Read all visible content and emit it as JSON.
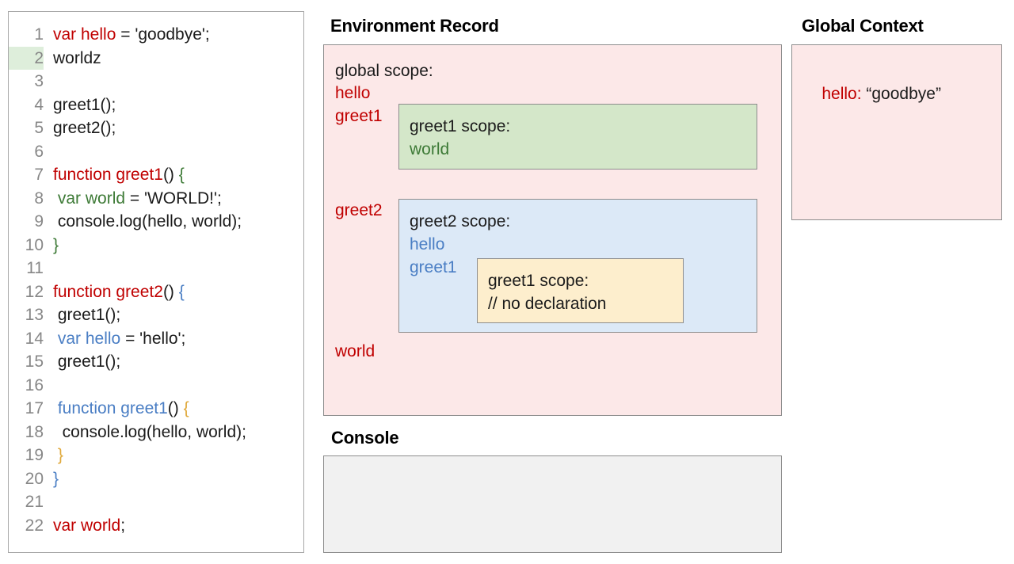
{
  "editor": {
    "lines": [
      {
        "num": "1",
        "highlight": false,
        "tokens": [
          {
            "t": "var hello",
            "c": "red"
          },
          {
            "t": " = 'goodbye';",
            "c": "black"
          }
        ]
      },
      {
        "num": "2",
        "highlight": true,
        "tokens": [
          {
            "t": "worldz",
            "c": "black"
          }
        ]
      },
      {
        "num": "3",
        "highlight": false,
        "tokens": [
          {
            "t": "",
            "c": "black"
          }
        ]
      },
      {
        "num": "4",
        "highlight": false,
        "tokens": [
          {
            "t": "greet1();",
            "c": "black"
          }
        ]
      },
      {
        "num": "5",
        "highlight": false,
        "tokens": [
          {
            "t": "greet2();",
            "c": "black"
          }
        ]
      },
      {
        "num": "6",
        "highlight": false,
        "tokens": [
          {
            "t": "",
            "c": "black"
          }
        ]
      },
      {
        "num": "7",
        "highlight": false,
        "tokens": [
          {
            "t": "function greet1",
            "c": "red"
          },
          {
            "t": "() ",
            "c": "black"
          },
          {
            "t": "{",
            "c": "green"
          }
        ]
      },
      {
        "num": "8",
        "highlight": false,
        "tokens": [
          {
            "t": " ",
            "c": "black"
          },
          {
            "t": "var world",
            "c": "green"
          },
          {
            "t": " = 'WORLD!';",
            "c": "black"
          }
        ]
      },
      {
        "num": "9",
        "highlight": false,
        "tokens": [
          {
            "t": " console.log(hello, world);",
            "c": "black"
          }
        ]
      },
      {
        "num": "10",
        "highlight": false,
        "tokens": [
          {
            "t": "}",
            "c": "green"
          }
        ]
      },
      {
        "num": "11",
        "highlight": false,
        "tokens": [
          {
            "t": "",
            "c": "black"
          }
        ]
      },
      {
        "num": "12",
        "highlight": false,
        "tokens": [
          {
            "t": "function greet2",
            "c": "red"
          },
          {
            "t": "() ",
            "c": "black"
          },
          {
            "t": "{",
            "c": "blue"
          }
        ]
      },
      {
        "num": "13",
        "highlight": false,
        "tokens": [
          {
            "t": " greet1();",
            "c": "black"
          }
        ]
      },
      {
        "num": "14",
        "highlight": false,
        "tokens": [
          {
            "t": " ",
            "c": "black"
          },
          {
            "t": "var hello",
            "c": "blue"
          },
          {
            "t": " = 'hello';",
            "c": "black"
          }
        ]
      },
      {
        "num": "15",
        "highlight": false,
        "tokens": [
          {
            "t": " greet1();",
            "c": "black"
          }
        ]
      },
      {
        "num": "16",
        "highlight": false,
        "tokens": [
          {
            "t": "",
            "c": "black"
          }
        ]
      },
      {
        "num": "17",
        "highlight": false,
        "tokens": [
          {
            "t": " ",
            "c": "black"
          },
          {
            "t": "function greet1",
            "c": "blue"
          },
          {
            "t": "() ",
            "c": "black"
          },
          {
            "t": "{",
            "c": "amber"
          }
        ]
      },
      {
        "num": "18",
        "highlight": false,
        "tokens": [
          {
            "t": "  console.log(hello, world);",
            "c": "black"
          }
        ]
      },
      {
        "num": "19",
        "highlight": false,
        "tokens": [
          {
            "t": " ",
            "c": "black"
          },
          {
            "t": "}",
            "c": "amber"
          }
        ]
      },
      {
        "num": "20",
        "highlight": false,
        "tokens": [
          {
            "t": "}",
            "c": "blue"
          }
        ]
      },
      {
        "num": "21",
        "highlight": false,
        "tokens": [
          {
            "t": "",
            "c": "black"
          }
        ]
      },
      {
        "num": "22",
        "highlight": false,
        "tokens": [
          {
            "t": "var world",
            "c": "red"
          },
          {
            "t": ";",
            "c": "black"
          }
        ]
      }
    ]
  },
  "environment_record": {
    "title": "Environment Record",
    "global_scope_heading": "global scope:",
    "bindings": {
      "hello": "hello",
      "greet1": "greet1",
      "greet2": "greet2",
      "world": "world"
    },
    "greet1_scope": {
      "heading": "greet1 scope:",
      "bindings": [
        "world"
      ]
    },
    "greet2_scope": {
      "heading": "greet2 scope:",
      "bindings": [
        "hello",
        "greet1"
      ],
      "nested_greet1_scope": {
        "heading": "greet1 scope:",
        "note": "// no declaration"
      }
    }
  },
  "console": {
    "title": "Console",
    "output": ""
  },
  "global_context": {
    "title": "Global Context",
    "entries": [
      {
        "key": "hello:",
        "value": " “goodbye”"
      }
    ]
  },
  "colors": {
    "red": "#c00000",
    "green": "#3d7a36",
    "blue": "#4a7ec4",
    "amber": "#e0a93b",
    "pink_panel": "#fce8e8",
    "green_box": "#d4e7c9",
    "blue_box": "#dce9f7",
    "yellow_box": "#fdeecd",
    "console_box": "#f1f1f1",
    "border": "#8d8d8d",
    "line_highlight": "#deeedb"
  }
}
